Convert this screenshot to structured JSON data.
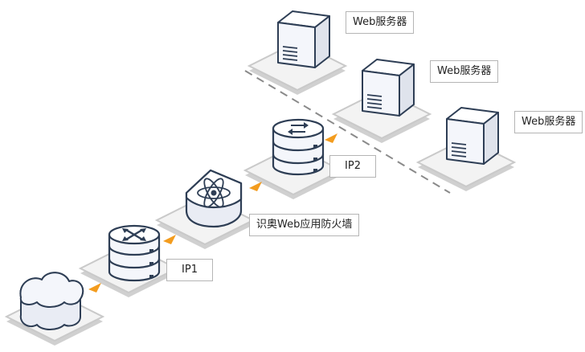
{
  "nodes": {
    "internet": {
      "icon": "cloud-icon"
    },
    "router": {
      "icon": "router-icon",
      "label": "IP1"
    },
    "waf": {
      "icon": "shield-atom-icon",
      "label": "识奥Web应用防火墙"
    },
    "lb": {
      "icon": "load-balancer-icon",
      "label": "IP2"
    },
    "servers": [
      {
        "icon": "server-icon",
        "label": "Web服务器"
      },
      {
        "icon": "server-icon",
        "label": "Web服务器"
      },
      {
        "icon": "server-icon",
        "label": "Web服务器"
      }
    ]
  },
  "colors": {
    "platform_fill": "#f2f2f2",
    "platform_stroke": "#c8c8c8",
    "device_stroke": "#2e3e55",
    "device_fill": "#f4f6fb",
    "arrow": "#f39c1e",
    "dashed": "#8a8a8a"
  }
}
